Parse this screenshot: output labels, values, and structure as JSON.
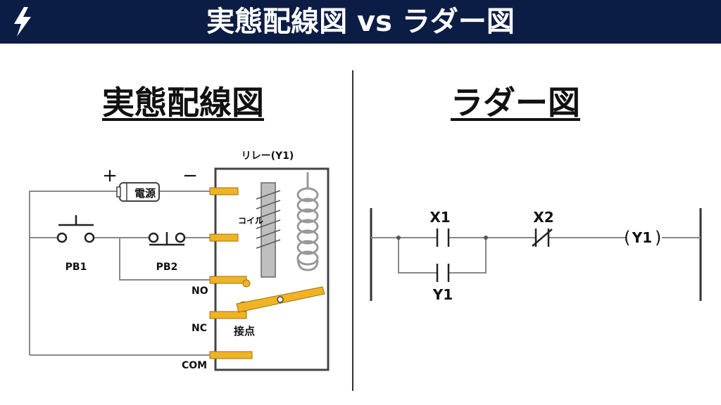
{
  "header": {
    "title": "実態配線図 vs ラダー図",
    "logo_icon": "lightning-bolt-icon"
  },
  "colors": {
    "header_bg": "#0c1d45",
    "terminal": "#f0b323",
    "relay_frame": "#444444",
    "wire": "#888888"
  },
  "left": {
    "title": "実態配線図",
    "relay_label": "リレー(Y1)",
    "plus": "+",
    "minus": "−",
    "battery_label": "電源",
    "coil_label": "コイル",
    "pb1_label": "PB1",
    "pb2_label": "PB2",
    "no_label": "NO",
    "nc_label": "NC",
    "com_label": "COM",
    "contact_label": "接点"
  },
  "right": {
    "title": "ラダー図",
    "x1_label": "X1",
    "x2_label": "X2",
    "y1_contact_label": "Y1",
    "y1_coil_label": "Y1",
    "coil_left": "(",
    "coil_right": ")"
  }
}
